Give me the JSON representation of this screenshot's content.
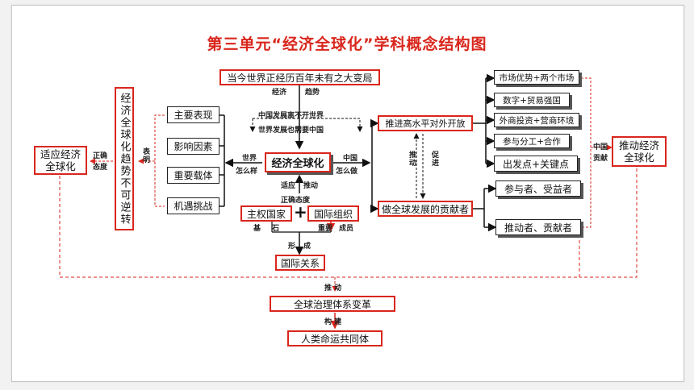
{
  "title": "第三单元“经济全球化”学科概念结构图",
  "top_event": "当今世界正经历百年未有之大变局",
  "center": "经济全球化",
  "left_items": [
    "主要表现",
    "影响因素",
    "重要载体",
    "机遇挑战"
  ],
  "irreversible": "经济全球化趋势不可逆转",
  "adapt": "适应经济全球化",
  "promote": "推动经济全球化",
  "sovereign": "主权国家",
  "intl_org": "国际组织",
  "intl_relations": "国际关系",
  "open": "推进高水平对外开放",
  "contributor": "做全球发展的贡献者",
  "right_items": [
    "市场优势+两个市场",
    "数字+贸易强国",
    "外商投资+营商环境",
    "参与分工+合作",
    "出发点+关键点"
  ],
  "roles": [
    "参与者、受益者",
    "推动者、贡献者"
  ],
  "governance": "全球治理体系变革",
  "community": "人类命运共同体",
  "labels": {
    "econ": "经济",
    "trend": "趋势",
    "china_world": "中国发展离不开世界",
    "world_china": "世界发展也需要中国",
    "world": "世界",
    "how_world": "怎么样",
    "china": "中国",
    "how_china": "怎么做",
    "adapt_top": "适应",
    "drive": "推动",
    "right_attitude": "正确态度",
    "foundation_a": "基",
    "foundation_b": "石",
    "important": "重要",
    "member": "成员",
    "form": "形",
    "make": "成",
    "push_v": "推动",
    "promote_v": "促进",
    "correct_v": "正确态度",
    "shows_v": "表明",
    "china_contrib_v": "中国贡献",
    "drive_h": "推 动",
    "build_h": "构 建"
  }
}
